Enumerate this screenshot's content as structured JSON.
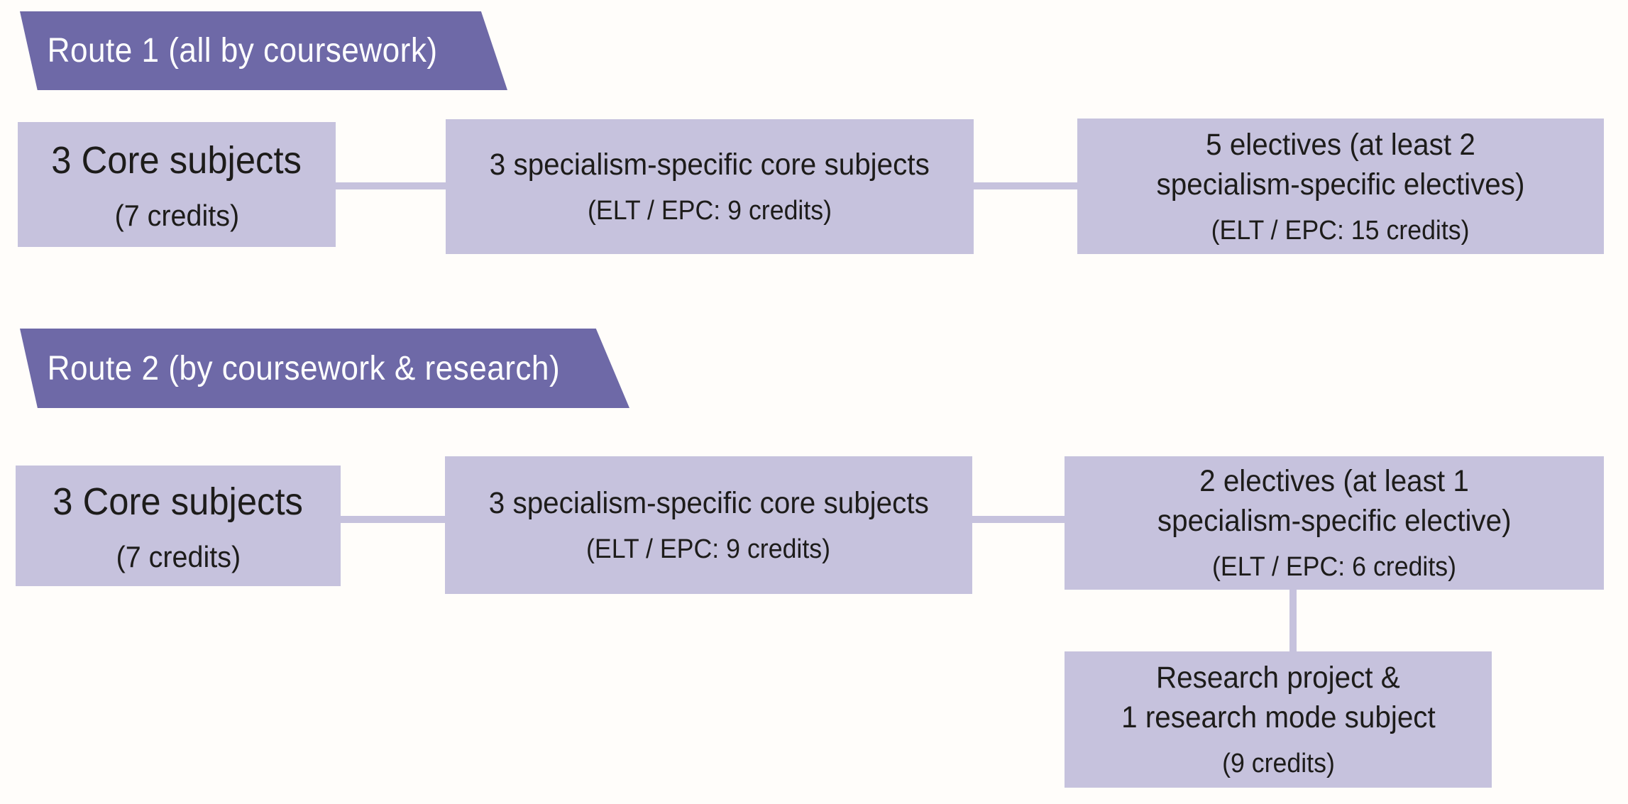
{
  "colors": {
    "banner_fill": "#6e69a7",
    "banner_text": "#ffffff",
    "box_fill": "#c6c2dd",
    "connector": "#c6c2dd",
    "box_text": "#1d1c1a",
    "background": "#fffdfa"
  },
  "routes": [
    {
      "banner": "Route 1 (all by coursework)",
      "boxes": [
        {
          "lines": [
            "3 Core subjects"
          ],
          "credits": "(7 credits)"
        },
        {
          "lines": [
            "3 specialism-specific core subjects"
          ],
          "credits": "(ELT / EPC: 9 credits)"
        },
        {
          "lines": [
            "5 electives (at least 2",
            "specialism-specific electives)"
          ],
          "credits": "(ELT / EPC: 15 credits)"
        }
      ]
    },
    {
      "banner": "Route 2 (by coursework & research)",
      "boxes": [
        {
          "lines": [
            "3 Core subjects"
          ],
          "credits": "(7 credits)"
        },
        {
          "lines": [
            "3 specialism-specific core subjects"
          ],
          "credits": "(ELT / EPC: 9 credits)"
        },
        {
          "lines": [
            "2 electives (at least 1",
            "specialism-specific elective)"
          ],
          "credits": "(ELT / EPC: 6 credits)"
        },
        {
          "lines": [
            "Research project &",
            "1 research mode subject"
          ],
          "credits": "(9 credits)"
        }
      ]
    }
  ]
}
